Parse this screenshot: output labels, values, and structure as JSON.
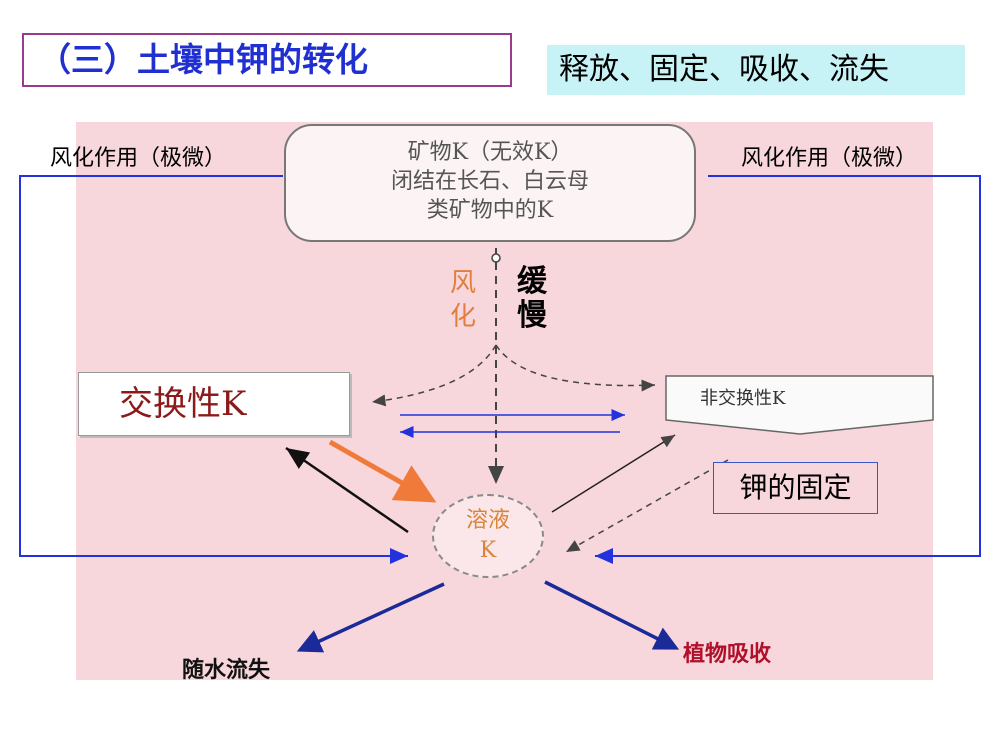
{
  "header": {
    "title": "（三）土壤中钾的转化",
    "processes": "释放、固定、吸收、流失"
  },
  "diagram": {
    "left_weathering": "风化作用（极微）",
    "right_weathering": "风化作用（极微）",
    "mineral": {
      "line1": "矿物K（无效K）",
      "line2": "闭结在长石、白云母",
      "line3": "类矿物中的K"
    },
    "weathering_char1": "风",
    "weathering_char2": "化",
    "slow_char1": "缓",
    "slow_char2": "慢",
    "exchangeable": "交换性K",
    "non_exchangeable": "非交换性K",
    "fixation": "钾的固定",
    "solution_line1": "溶液",
    "solution_line2": "K",
    "leaching": "随水流失",
    "plant_uptake": "植物吸收"
  },
  "colors": {
    "title": "#1f2fd0",
    "diagram_bg": "#f7d6dc",
    "blue_line": "#2233dd",
    "orange_arrow": "#f07a3a",
    "plant_text": "#b0102a"
  }
}
